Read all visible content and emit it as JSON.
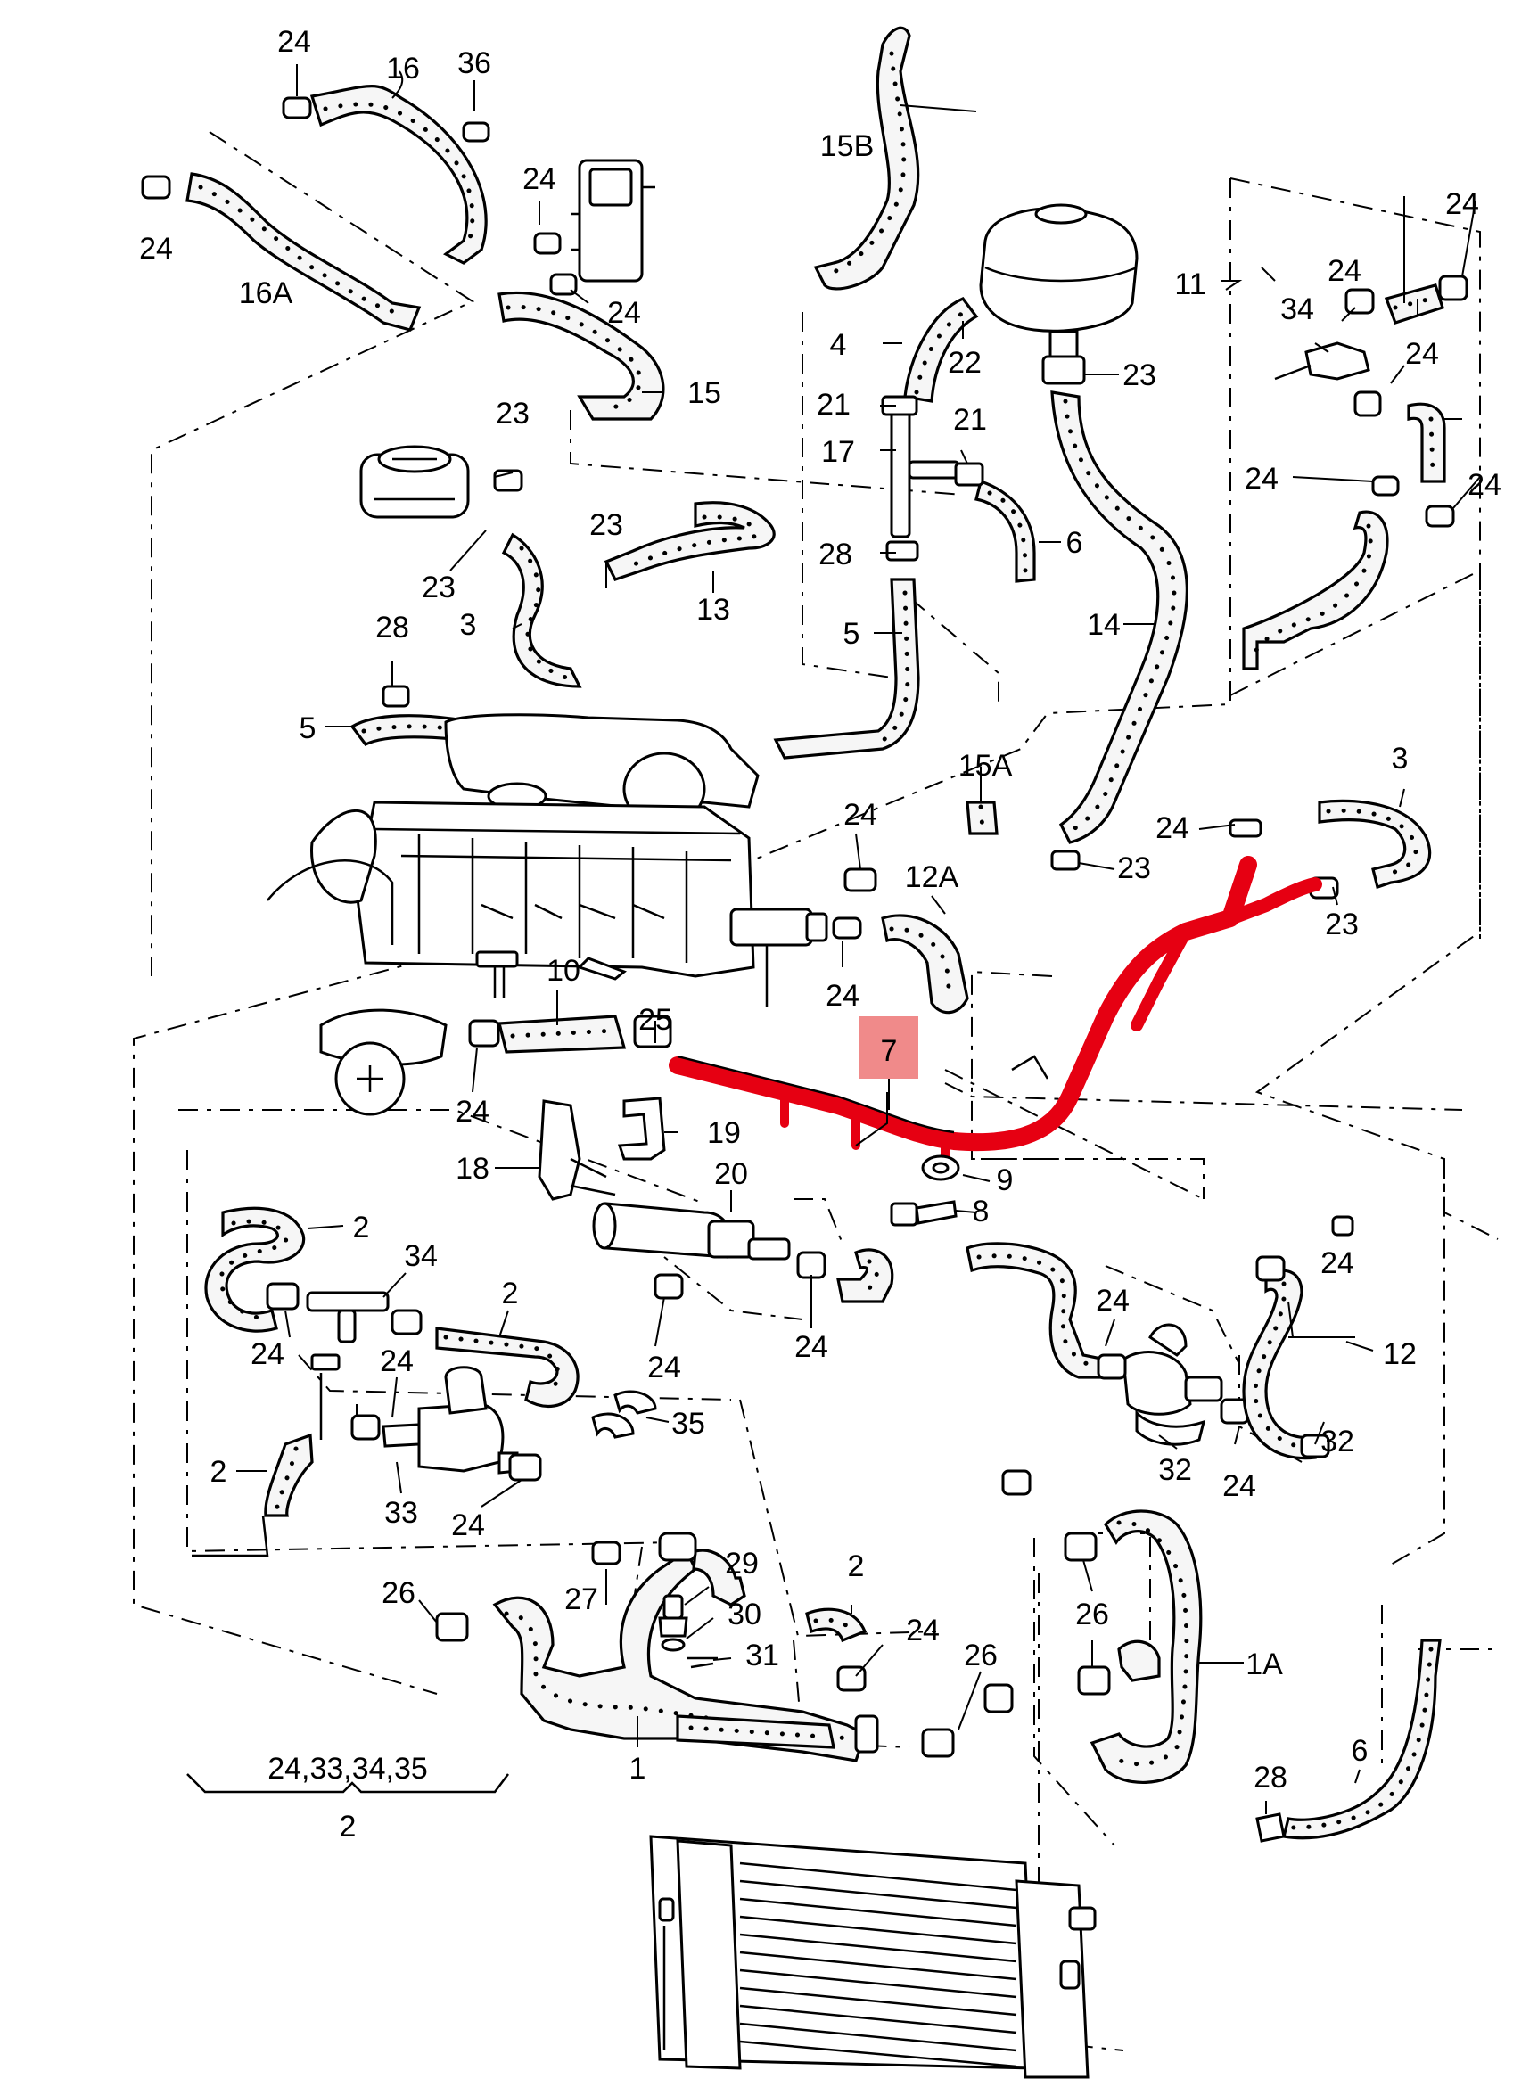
{
  "highlight": {
    "label": "7",
    "color": "#e60012",
    "badge_color": "#f08a8a"
  },
  "labels": {
    "l24a": "24",
    "l16": "16",
    "l36": "36",
    "l24b": "24",
    "l16A": "16A",
    "l24c": "24",
    "l24d": "24",
    "l15": "15",
    "l15B": "15B",
    "l4": "4",
    "l22": "22",
    "l23a": "23",
    "l21a": "21",
    "l21b": "21",
    "l17": "17",
    "l28a": "28",
    "l6a": "6",
    "l5a": "5",
    "l14": "14",
    "l23b": "23",
    "l23c": "23",
    "l23d": "23",
    "l13": "13",
    "l3a": "3",
    "l28b": "28",
    "l5b": "5",
    "l11": "11",
    "l24e": "24",
    "l24f": "24",
    "l34a": "34",
    "l24g": "24",
    "l24h": "24",
    "l24i": "24",
    "l15A": "15A",
    "l24j": "24",
    "l12A": "12A",
    "l24k": "24",
    "l3b": "3",
    "l24l": "24",
    "l23e": "23",
    "l23f": "23",
    "l10": "10",
    "l25": "25",
    "l24m": "24",
    "l19": "19",
    "l18": "18",
    "l20": "20",
    "l9": "9",
    "l8": "8",
    "l2a": "2",
    "l34b": "34",
    "l2b": "2",
    "l24n": "24",
    "l24o": "24",
    "l24p": "24",
    "l24q": "24",
    "l35": "35",
    "l2c": "2",
    "l33a": "33",
    "l24r": "24",
    "l24s": "24",
    "l24t": "24",
    "l12": "12",
    "l32a": "32",
    "l32b": "32",
    "l24u": "24",
    "l26a": "26",
    "l27": "27",
    "l29": "29",
    "l30": "30",
    "l31": "31",
    "l2d": "2",
    "l24v": "24",
    "l26b": "26",
    "l26c": "26",
    "l1A": "1A",
    "l1": "1",
    "l28c": "28",
    "l6b": "6",
    "group_items": "24,33,34,35",
    "group_target": "2"
  }
}
